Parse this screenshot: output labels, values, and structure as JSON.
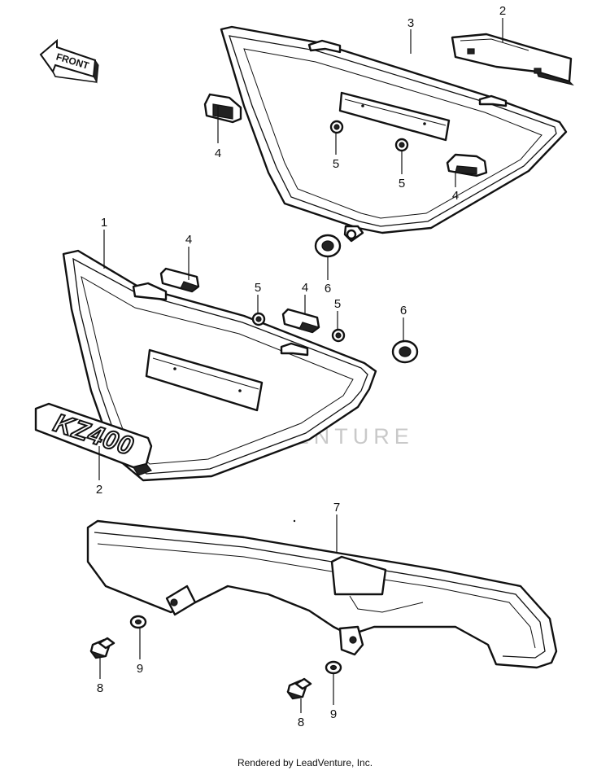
{
  "front_label": "FRONT",
  "badge_text": "KZ400",
  "watermark": "LEADVENTURE",
  "footer": "Rendered by LeadVenture, Inc.",
  "callouts": {
    "c1": "1",
    "c2_top": "2",
    "c2_bottom": "2",
    "c3": "3",
    "c4_a": "4",
    "c4_b": "4",
    "c4_c": "4",
    "c4_d": "4",
    "c5_a": "5",
    "c5_b": "5",
    "c5_c": "5",
    "c5_d": "5",
    "c6_a": "6",
    "c6_b": "6",
    "c7": "7",
    "c8_a": "8",
    "c8_b": "8",
    "c9_a": "9",
    "c9_b": "9"
  }
}
